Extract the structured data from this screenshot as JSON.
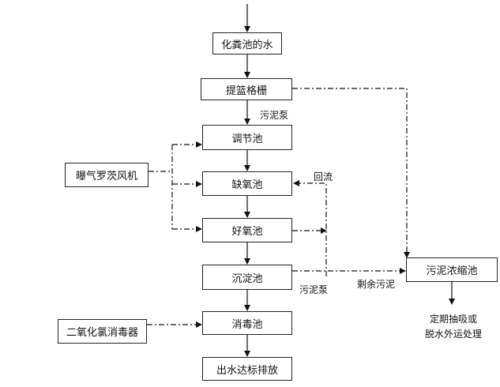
{
  "diagram": {
    "nodes": {
      "septic_water": "化粪池的水",
      "bar_screen": "提篮格栅",
      "regulating_tank": "调节池",
      "anoxic_tank": "缺氧池",
      "aerobic_tank": "好氧池",
      "sedimentation_tank": "沉淀池",
      "disinfection_tank": "消毒池",
      "discharge": "出水达标排放",
      "blower": "曝气罗茨风机",
      "chlorine_generator": "二氧化氯消毒器",
      "sludge_thickener": "污泥浓缩池"
    },
    "labels": {
      "sludge_pump_top": "污泥泵",
      "return_flow": "回流",
      "sludge_pump_bottom": "污泥泵",
      "excess_sludge": "剩余污泥",
      "disposal_line1": "定期抽吸或",
      "disposal_line2": "脱水外运处理"
    }
  }
}
